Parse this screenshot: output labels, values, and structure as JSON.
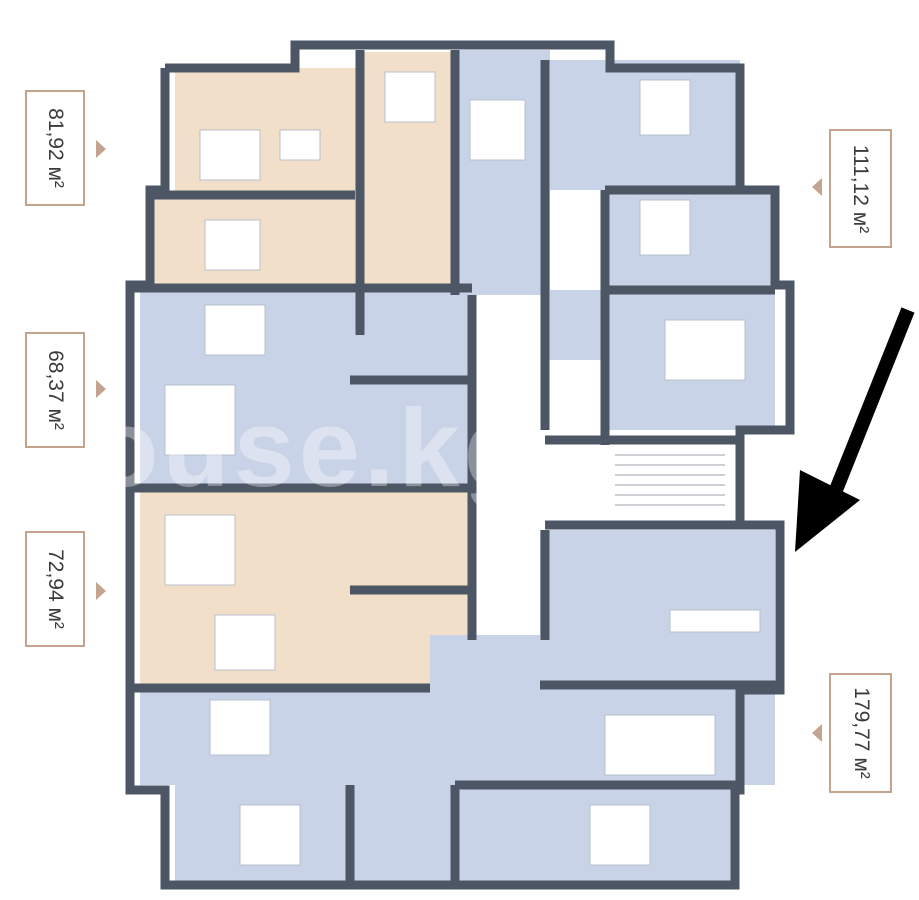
{
  "apartments": [
    {
      "area": "81,92 м²",
      "color": "#f2dfca",
      "side": "left"
    },
    {
      "area": "68,37 м²",
      "color": "#c9d3e8",
      "side": "left"
    },
    {
      "area": "72,94 м²",
      "color": "#f2dfca",
      "side": "left"
    },
    {
      "area": "111,12 м²",
      "color": "#c9d3e8",
      "side": "right"
    },
    {
      "area": "179,77 м²",
      "color": "#c9d3e8",
      "side": "right"
    }
  ],
  "watermark": "house.kg",
  "colors": {
    "wall": "#4d5664",
    "peach": "#f2dfca",
    "blue": "#c9d3e8",
    "corridor": "#ffffff",
    "label_border": "#c4a48e",
    "arrow": "#000000"
  }
}
